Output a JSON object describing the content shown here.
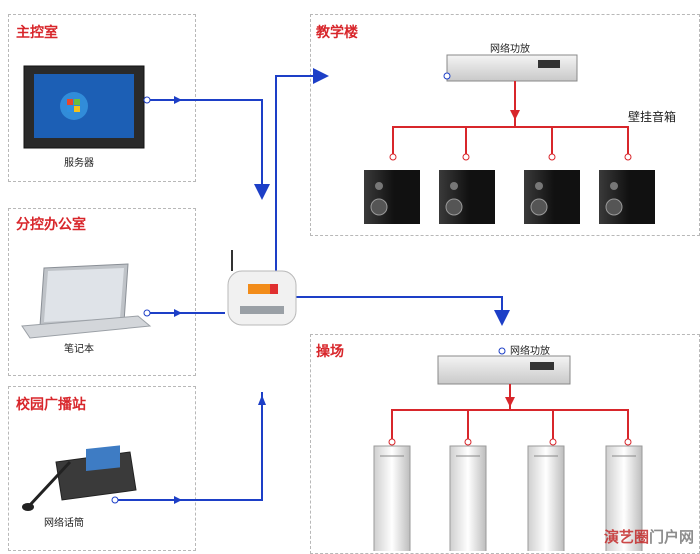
{
  "zones": {
    "main_control": {
      "title": "主控室",
      "device_caption": "服务器"
    },
    "sub_office": {
      "title": "分控办公室",
      "device_caption": "笔记本"
    },
    "broadcast": {
      "title": "校园广播站",
      "device_caption": "网络话筒"
    },
    "teaching": {
      "title": "教学楼",
      "amp_label": "网络功放",
      "speaker_label": "壁挂音箱"
    },
    "playground": {
      "title": "操场",
      "amp_label": "网络功放"
    }
  },
  "watermark": {
    "text_red": "演艺圈",
    "text_gray": "门户网"
  },
  "colors": {
    "title_red": "#d8262b",
    "blue_line": "#1d3fc7",
    "red_line": "#d8262b"
  }
}
